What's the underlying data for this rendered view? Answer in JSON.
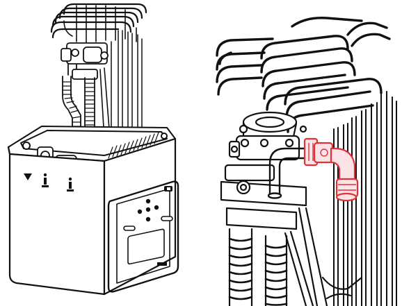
{
  "figure": {
    "background": "#ffffff",
    "line_color": "#111111",
    "highlight_color": "#e0303a",
    "highlight_fill": "#fbe3e6"
  },
  "left_view": {
    "icons": [
      "warning-icon",
      "info-icon",
      "info-icon"
    ],
    "control_panel": {
      "buttons": [
        "up-button",
        "left-button",
        "center-button",
        "right-button",
        "down-button",
        "left-softkey",
        "right-softkey"
      ]
    }
  },
  "right_view": {
    "highlighted_part": "elbow-fitting"
  }
}
